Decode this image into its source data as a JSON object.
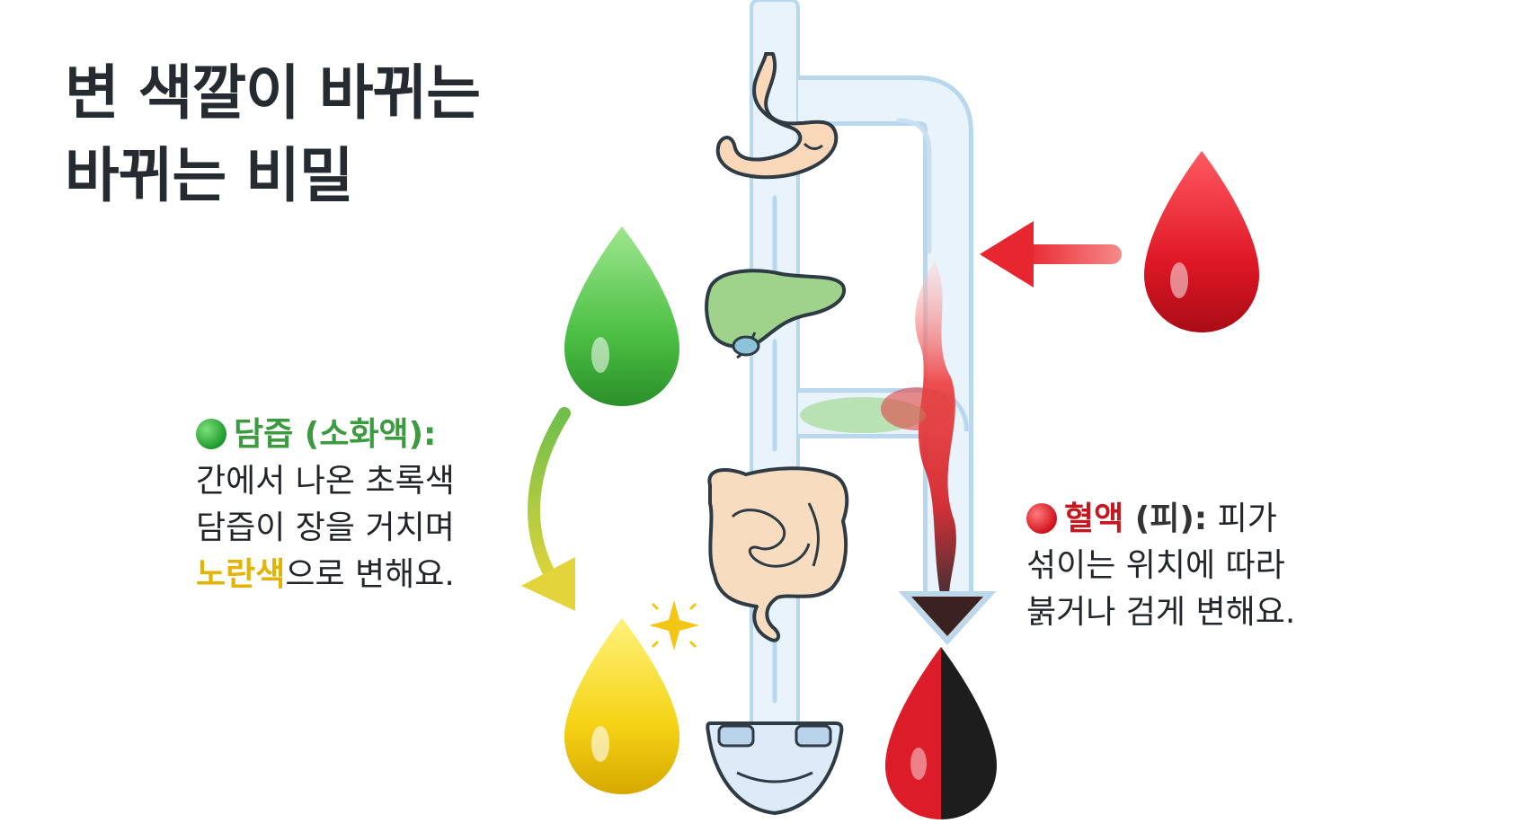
{
  "title": {
    "line1": "변 색깔이 바뀌는",
    "line2": "바뀌는 비밀"
  },
  "bile": {
    "heading": "담즙 (소화액):",
    "line1": "간에서 나온 초록색",
    "line2": "담즙이 장을 거치며",
    "highlight": "노란색",
    "line3_rest": "으로 변해요."
  },
  "blood": {
    "heading_red": "혈액",
    "heading_rest": " (피):",
    "line1_rest": " 피가",
    "line2": "섞이는 위치에 따라",
    "line3": "붉거나 검게 변해요."
  },
  "colors": {
    "green": "#3c9a3f",
    "red": "#c8161e",
    "yellow": "#e3b300",
    "tube": "#cfe4f3"
  },
  "icons": [
    "stomach-icon",
    "liver-icon",
    "intestine-icon",
    "diaper-icon",
    "green-drop-icon",
    "yellow-drop-icon",
    "red-drop-icon",
    "red-black-drop-icon",
    "sparkle-icon",
    "red-left-arrow-icon",
    "green-to-yellow-arrow-icon",
    "flow-down-arrow-icon"
  ]
}
